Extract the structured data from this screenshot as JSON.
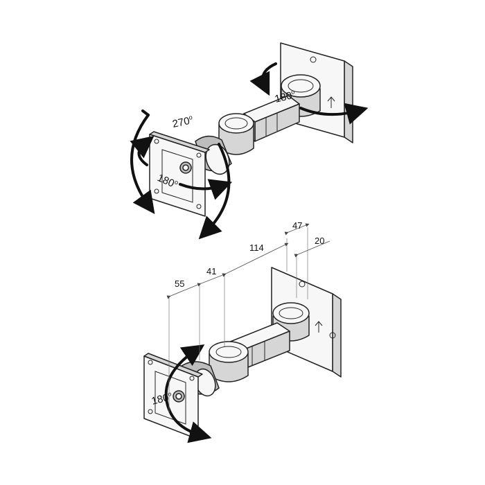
{
  "top_figure": {
    "angles": {
      "tilt": "270",
      "swivel_plate": "180",
      "swivel_wall": "180"
    },
    "degree_symbol": "o"
  },
  "bottom_figure": {
    "angles": {
      "swivel_plate": "180"
    },
    "degree_symbol": "o",
    "dimensions": {
      "d1": "55",
      "d2": "41",
      "d3": "114",
      "d4": "47",
      "d5": "20"
    }
  }
}
